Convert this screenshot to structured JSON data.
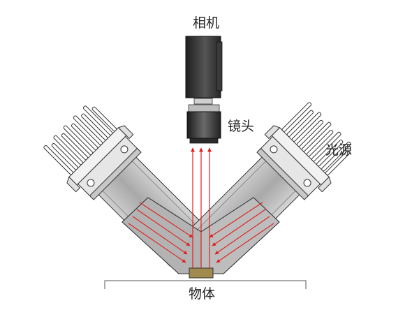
{
  "labels": {
    "camera": "相机",
    "lens": "镜头",
    "light_source": "光源",
    "object": "物体"
  },
  "colors": {
    "camera_dark": "#2b2b2b",
    "housing_gray": "#b9b9b9",
    "face_gray": "#8f8f8f",
    "object_fill": "#a08a4e",
    "ray_red": "#e02020",
    "outline": "#333333"
  }
}
